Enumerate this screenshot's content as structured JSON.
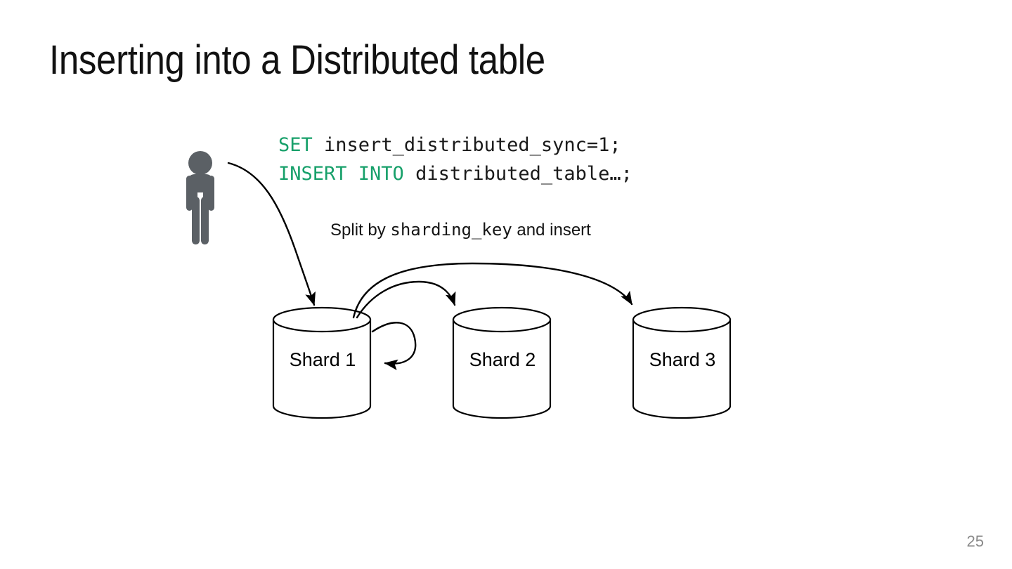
{
  "slide": {
    "title": "Inserting into a Distributed table",
    "page_number": "25",
    "background_color": "#ffffff",
    "keyword_color": "#17a06a",
    "person_color": "#5b6065",
    "stroke_color": "#000000"
  },
  "code": {
    "line1_keyword": "SET",
    "line1_rest": " insert_distributed_sync=1;",
    "line2_keyword": "INSERT INTO",
    "line2_rest": " distributed_table…;"
  },
  "caption": {
    "prefix": "Split by ",
    "mono": "sharding_key",
    "suffix": "  and insert"
  },
  "shards": [
    {
      "label": "Shard 1"
    },
    {
      "label": "Shard 2"
    },
    {
      "label": "Shard 3"
    }
  ],
  "icons": {
    "person": "person-icon",
    "cylinder": "database-cylinder-icon",
    "arrow": "arrow-icon"
  },
  "arrows": [
    {
      "name": "arrow-client-to-shard1",
      "from": "person",
      "to": "Shard 1"
    },
    {
      "name": "arrow-shard1-to-shard1",
      "from": "Shard 1",
      "to": "Shard 1"
    },
    {
      "name": "arrow-shard1-to-shard2",
      "from": "Shard 1",
      "to": "Shard 2"
    },
    {
      "name": "arrow-shard1-to-shard3",
      "from": "Shard 1",
      "to": "Shard 3"
    }
  ]
}
